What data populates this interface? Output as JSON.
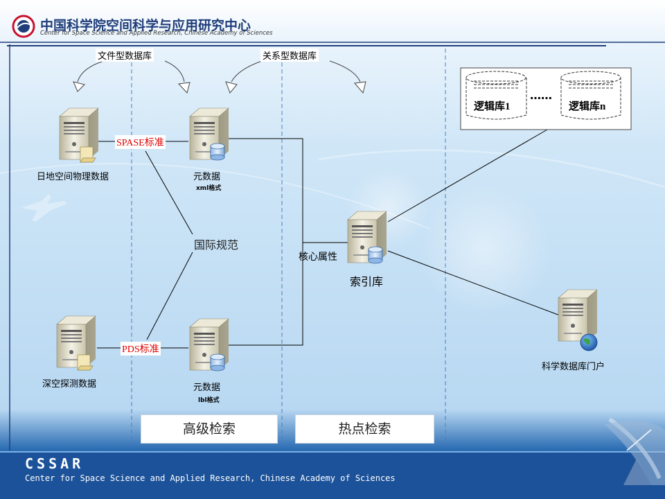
{
  "header": {
    "title_cn": "中国科学院空间科学与应用研究中心",
    "title_en": "Center for Space Science and Applied Research, Chinese Academy of Sciences"
  },
  "top_labels": {
    "file_db": "文件型数据库",
    "relational_db": "关系型数据库"
  },
  "nodes": {
    "solar": "日地空间物理数据",
    "deep_space": "深空探测数据",
    "meta1": "元数据",
    "meta1_fmt": "xml格式",
    "meta2": "元数据",
    "meta2_fmt": "lbl格式",
    "intl": "国际规范",
    "core": "核心属性",
    "index": "索引库",
    "portal": "科学数据库门户"
  },
  "tags": {
    "spase": "SPASE标准",
    "pds": "PDS标准"
  },
  "logic_box": {
    "db1": "逻辑库1",
    "dots": "……",
    "dbn": "逻辑库n"
  },
  "bottom_boxes": {
    "advanced": "高级检索",
    "hot": "热点检索"
  },
  "footer": {
    "logo": "CSSAR",
    "text": "Center for Space Science and Applied Research, Chinese Academy of Sciences"
  },
  "colors": {
    "accent_red": "#e00000",
    "footer_blue": "#1c5299"
  }
}
